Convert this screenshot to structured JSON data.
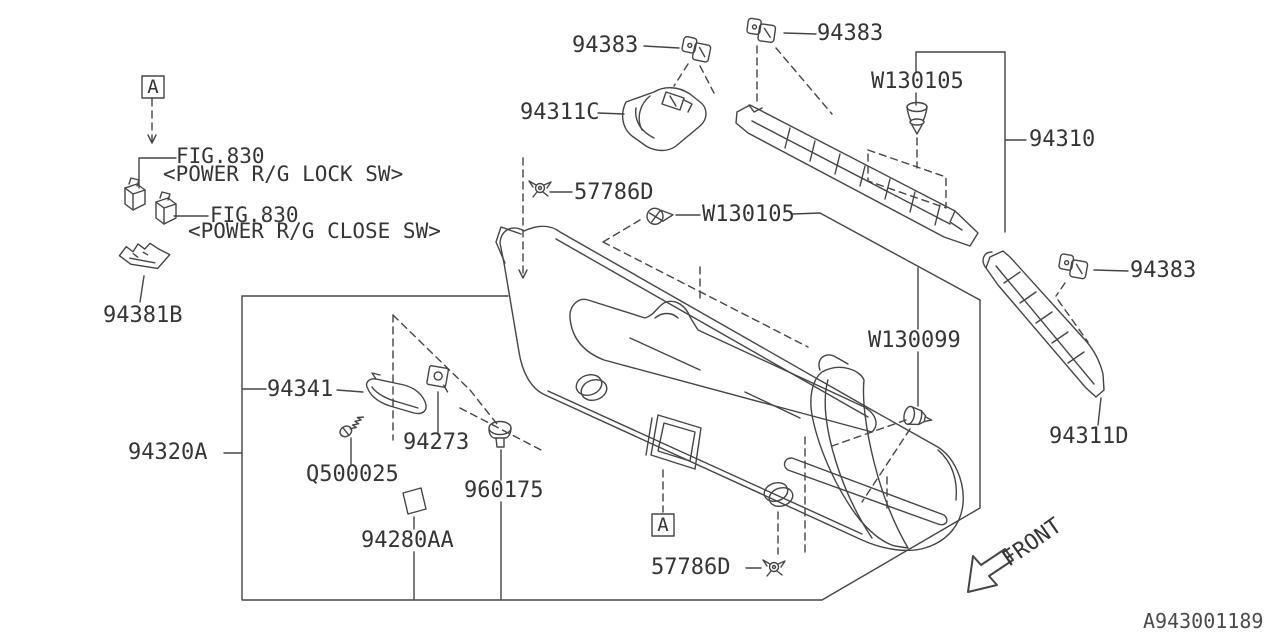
{
  "figure": {
    "code": "A943001189",
    "front": "FRONT",
    "marker": "A"
  },
  "refs": {
    "fig830": "FIG.830",
    "lock_sw": "<POWER R/G LOCK SW>",
    "close_sw": "<POWER R/G CLOSE SW>"
  },
  "parts": {
    "p94310": "94310",
    "p94311c": "94311C",
    "p94311d": "94311D",
    "p94320a": "94320A",
    "p94341": "94341",
    "p94273": "94273",
    "p94280aa": "94280AA",
    "p94381b": "94381B",
    "p94383": "94383",
    "p57786d": "57786D",
    "p960175": "960175",
    "q500025": "Q500025",
    "w130099": "W130099",
    "w130105": "W130105"
  }
}
